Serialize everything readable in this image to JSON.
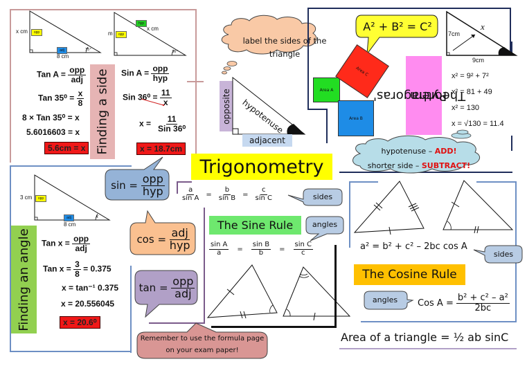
{
  "title": "Trigonometry",
  "colors": {
    "title_bg": "#ffff00",
    "finding_side_border": "#c89a9a",
    "finding_side_label_bg": "#e6b4b4",
    "finding_angle_label_bg": "#92d050",
    "finding_angle_border": "#6d8fc4",
    "pythagoras_border": "#1f2d5a",
    "pythagoras_label_bg": "#ff8cf0",
    "area_a": "#22dd22",
    "area_b": "#1e8ce6",
    "area_c": "#ff2a1a",
    "sine_rule_bg": "#6ee86e",
    "cosine_rule_bg": "#ffc000",
    "sin_bubble": "#95b3d7",
    "cos_bubble": "#fac090",
    "tan_bubble": "#b1a0c7",
    "reminder_bubble": "#d99694",
    "cloud_tan": "#f9c9a6",
    "cloud_blue": "#b7dde8",
    "answer_red": "#f01818"
  },
  "finding_side": {
    "label": "Finding a side",
    "triangle1": {
      "side_label": "x cm",
      "opp_tag": "opp",
      "adj_tag": "adj",
      "base_label": "8 cm",
      "angle": "35°"
    },
    "triangle2": {
      "side_label": "m",
      "opp_tag": "opp",
      "hyp_tag": "hyp",
      "hyp_label": "x cm",
      "angle": "36°"
    },
    "left_steps": {
      "l1_lhs": "Tan A",
      "l1_num": "opp",
      "l1_den": "adj",
      "l2_lhs": "Tan 35⁰",
      "l2_num": "x",
      "l2_den": "8",
      "l3": "8 × Tan 35⁰ = x",
      "l4": "5.6016603 = x",
      "answer": "5.6cm = x"
    },
    "right_steps": {
      "l1_lhs": "Sin A",
      "l1_num": "opp",
      "l1_den": "hyp",
      "l2_lhs": "Sin 36⁰",
      "l2_num": "11",
      "l2_den": "x",
      "l3_lhs": "x",
      "l3_num": "11",
      "l3_den": "Sin 36⁰",
      "answer": "x = 18.7cm"
    }
  },
  "label_sides": {
    "cloud_text": "label the sides of the triangle",
    "opposite": "opposite",
    "hypotenuse": "hypotenuse",
    "adjacent": "adjacent"
  },
  "pythagoras": {
    "label_line1": "Pythagoras'",
    "label_line2": "Theorem",
    "formula": "A² + B² = C²",
    "area_a": "Area A",
    "area_b": "Area B",
    "area_c": "Area C",
    "side1": "7cm",
    "side2": "9cm",
    "hyp": "x",
    "steps": [
      "x² = 9² + 7²",
      "x² = 81 + 49",
      "x² = 130",
      "x = √130 = 11.4"
    ],
    "cloud_line1_prefix": "hypotenuse – ",
    "cloud_line1_emph": "ADD!",
    "cloud_line2_prefix": "shorter side – ",
    "cloud_line2_emph": "SUBTRACT!"
  },
  "finding_angle": {
    "label": "Finding an angle",
    "triangle": {
      "side_label": "3 cm",
      "opp_tag": "opp",
      "adj_tag": "adj",
      "base_label": "8 cm",
      "angle": "x"
    },
    "steps": {
      "l1_lhs": "Tan x",
      "l1_num": "opp",
      "l1_den": "adj",
      "l2_lhs": "Tan x",
      "l2_num": "3",
      "l2_den": "8",
      "l2_rhs": "= 0.375",
      "l3": "x = tan⁻¹ 0.375",
      "l4": "x = 20.556045",
      "answer": "x = 20.6⁰"
    }
  },
  "soh_cah_toa": {
    "sin": {
      "lhs": "sin =",
      "num": "opp",
      "den": "hyp"
    },
    "cos": {
      "lhs": "cos =",
      "num": "adj",
      "den": "hyp"
    },
    "tan": {
      "lhs": "tan =",
      "num": "opp",
      "den": "adj"
    }
  },
  "sine_rule": {
    "title": "The Sine Rule",
    "sides_formula": [
      {
        "num": "a",
        "den": "sin A"
      },
      {
        "num": "b",
        "den": "sin B"
      },
      {
        "num": "c",
        "den": "sin C"
      }
    ],
    "sides_tag": "sides",
    "angles_formula": [
      {
        "num": "sin A",
        "den": "a"
      },
      {
        "num": "sin B",
        "den": "b"
      },
      {
        "num": "sin C",
        "den": "c"
      }
    ],
    "angles_tag": "angles",
    "equals": "="
  },
  "cosine_rule": {
    "title": "The Cosine Rule",
    "sides_formula": "a² = b² + c² – 2bc cos A",
    "sides_tag": "sides",
    "angles_tag": "angles",
    "angles_lhs": "Cos A =",
    "angles_num": "b² + c² – a²",
    "angles_den": "2bc"
  },
  "area": {
    "formula": "Area of a triangle = ½ ab sinC"
  },
  "reminder": {
    "text": "Remember to use the formula page on your exam paper!"
  }
}
